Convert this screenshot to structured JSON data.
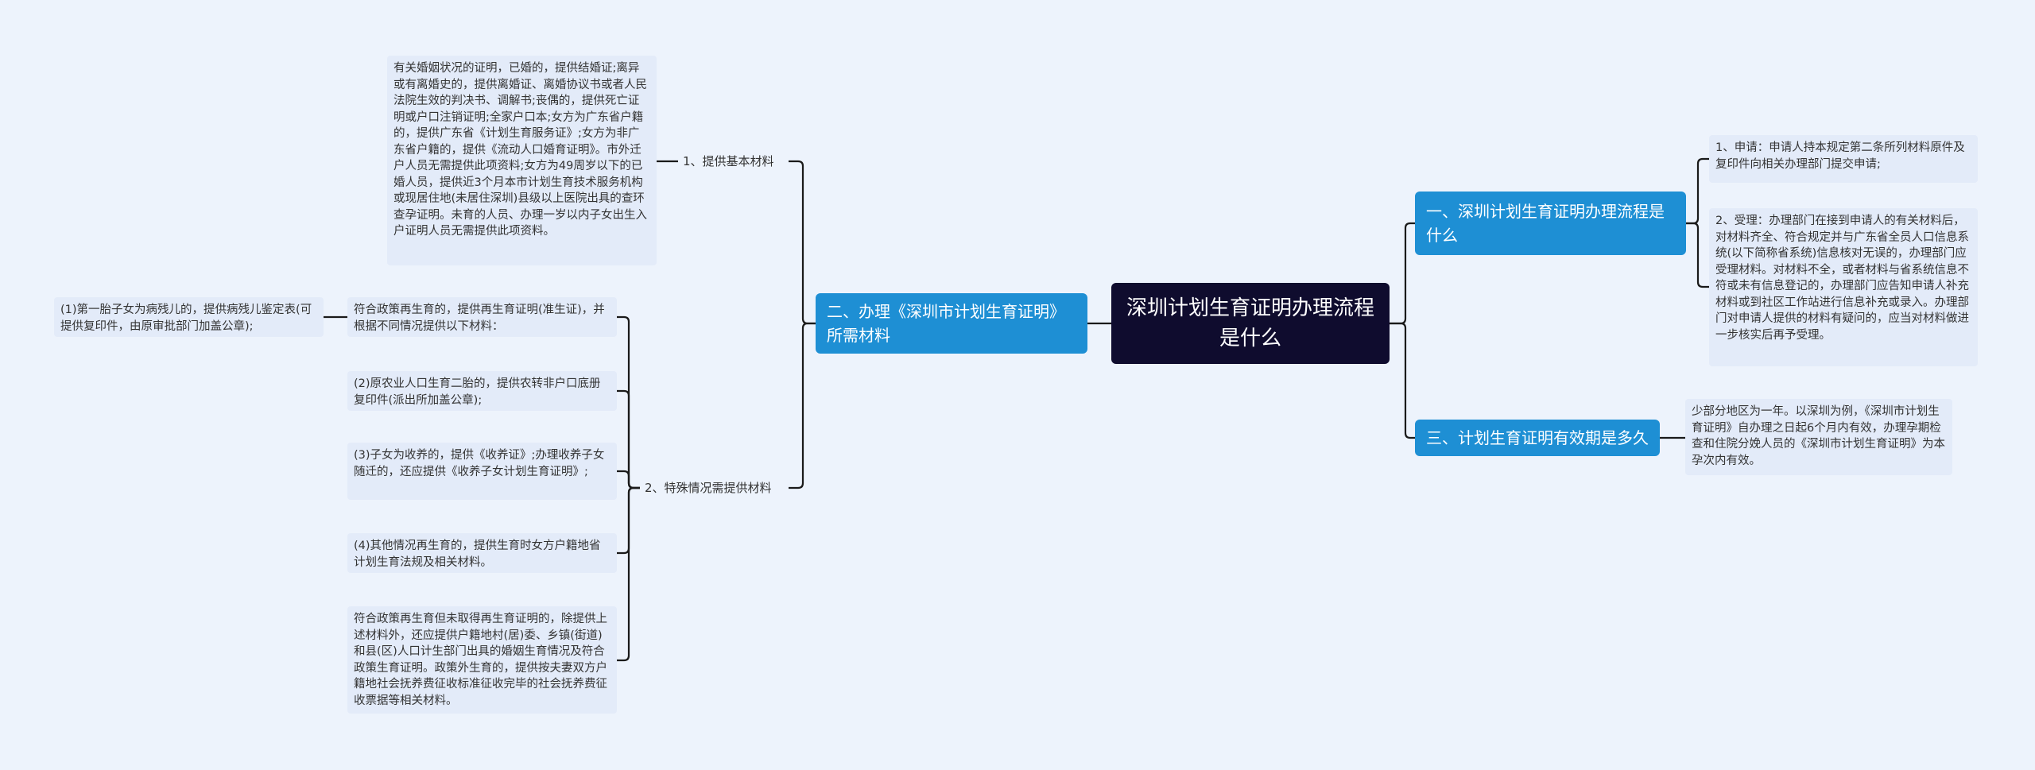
{
  "colors": {
    "background": "#edf3fc",
    "root_bg": "#0f0c2e",
    "branch_bg": "#1e8fd4",
    "leaf_bg": "#e3ebf9",
    "line": "#1a1a1a"
  },
  "mindmap": {
    "root": "深圳计划生育证明办理流程是什么",
    "branches": {
      "process": {
        "label": "一、深圳计划生育证明办理流程是什么",
        "items": [
          "1、申请：申请人持本规定第二条所列材料原件及复印件向相关办理部门提交申请;",
          "2、受理：办理部门在接到申请人的有关材料后，对材料齐全、符合规定并与广东省全员人口信息系统(以下简称省系统)信息核对无误的，办理部门应受理材料。对材料不全，或者材料与省系统信息不符或未有信息登记的，办理部门应告知申请人补充材料或到社区工作站进行信息补充或录入。办理部门对申请人提供的材料有疑问的，应当对材料做进一步核实后再予受理。"
        ]
      },
      "validity": {
        "label": "三、计划生育证明有效期是多久",
        "items": [
          "少部分地区为一年。以深圳为例，《深圳市计划生育证明》自办理之日起6个月内有效，办理孕期检查和住院分娩人员的《深圳市计划生育证明》为本孕次内有效。"
        ]
      },
      "materials": {
        "label": "二、办理《深圳市计划生育证明》所需材料",
        "basic": {
          "label": "1、提供基本材料",
          "text": "有关婚姻状况的证明，已婚的，提供结婚证;离异或有离婚史的，提供离婚证、离婚协议书或者人民法院生效的判决书、调解书;丧偶的，提供死亡证明或户口注销证明;全家户口本;女方为广东省户籍的，提供广东省《计划生育服务证》;女方为非广东省户籍的，提供《流动人口婚育证明》。市外迁户人员无需提供此项资料;女方为49周岁以下的已婚人员，提供近3个月本市计划生育技术服务机构或现居住地(未居住深圳)县级以上医院出具的查环查孕证明。未育的人员、办理一岁以内子女出生入户证明人员无需提供此项资料。"
        },
        "special": {
          "label": "2、特殊情况需提供材料",
          "items": [
            "符合政策再生育的，提供再生育证明(准生证)，并根据不同情况提供以下材料：",
            "(2)原农业人口生育二胎的，提供农转非户口底册复印件(派出所加盖公章);",
            "(3)子女为收养的，提供《收养证》;办理收养子女随迁的，还应提供《收养子女计划生育证明》;",
            "(4)其他情况再生育的，提供生育时女方户籍地省计划生育法规及相关材料。",
            "符合政策再生育但未取得再生育证明的，除提供上述材料外，还应提供户籍地村(居)委、乡镇(街道)和县(区)人口计生部门出具的婚姻生育情况及符合政策生育证明。政策外生育的，提供按夫妻双方户籍地社会抚养费征收标准征收完毕的社会抚养费征收票据等相关材料。"
          ],
          "first_child": "(1)第一胎子女为病残儿的，提供病残儿鉴定表(可提供复印件，由原审批部门加盖公章);"
        }
      }
    }
  }
}
